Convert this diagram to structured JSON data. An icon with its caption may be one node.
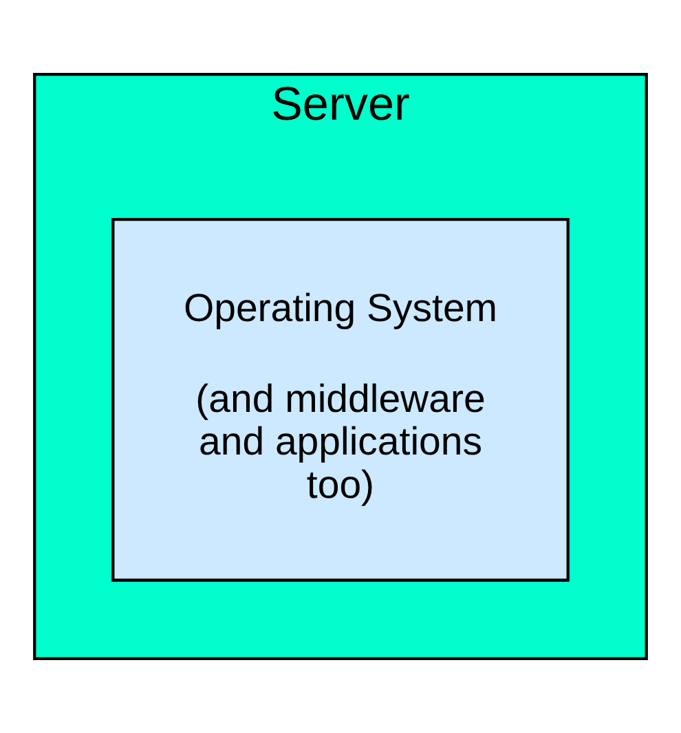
{
  "diagram": {
    "nodes": [
      {
        "text": [
          "Server"
        ]
      },
      {
        "text": [
          "Operating System",
          "(and middleware and applications too)"
        ],
        "in": 0
      }
    ]
  }
}
